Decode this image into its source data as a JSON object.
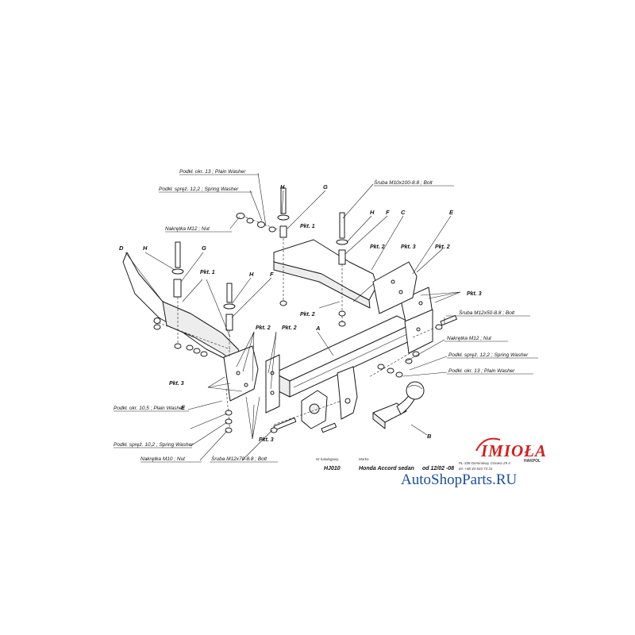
{
  "labels": {
    "plain_washer_13_top": "Podkł. okr. 13 ; Plain Washer",
    "spring_washer_122_top": "Podkł. spręż. 12,2 ; Spring Washer",
    "nut_m12_top": "Nakrętka  M12 ; Nut",
    "bolt_m10x100": "Śruba M10x100-8.8 ;  Bolt",
    "bolt_m12x50": "Śruba M12x50-8.8 ;  Bolt",
    "nut_m12_right": "Nakrętka  M12 ; Nut",
    "spring_washer_122_right": "Podkł. spręż. 12,2 ; Spring Washer",
    "plain_washer_13_right": "Podkł. okr. 13 ; Plain Washer",
    "plain_washer_105": "Podkł. okr. 10,5 ; Plain Washer",
    "spring_washer_102": "Podkł. spręż. 10,2 ; Spring Washer",
    "nut_m10": "Nakrętka  M10 ; Nut",
    "bolt_m12x70": "Śruba M12x70-8.8 ;  Bolt"
  },
  "letters": {
    "A": "A",
    "B": "B",
    "C": "C",
    "D": "D",
    "E": "E",
    "F": "F",
    "G": "G",
    "H": "H"
  },
  "points": {
    "p1": "Pkt. 1",
    "p2": "Pkt. 2",
    "p3": "Pkt. 3"
  },
  "info": {
    "nr_label": "Nr katalogowy",
    "code": "HJ010",
    "marka_label": "Marka",
    "model": "Honda Accord  sedan",
    "years": "od 12/02 -08"
  },
  "brand": {
    "name": "IMIOŁA",
    "sub": "HAKPOL",
    "address": "PL-338 Dominiowy, Cisowa 29 A",
    "phone": "tel. +48 44 633 73 31"
  },
  "watermark": "AutoShopParts.RU",
  "colors": {
    "brand_red": "#d21f1f",
    "watermark_blue": "#1a4fa0"
  }
}
